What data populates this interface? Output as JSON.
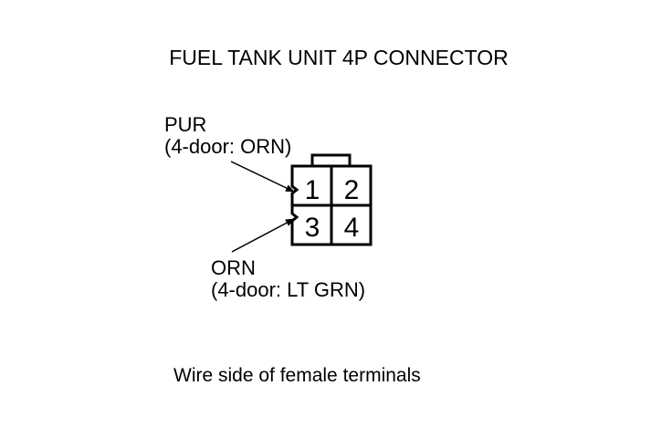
{
  "diagram": {
    "title": "FUEL TANK UNIT 4P CONNECTOR",
    "top_wire": {
      "color": "PUR",
      "alt": "(4-door: ORN)",
      "terminal": "1"
    },
    "bottom_wire": {
      "color": "ORN",
      "alt": "(4-door: LT GRN)",
      "terminal": "3"
    },
    "terminals": [
      "1",
      "2",
      "3",
      "4"
    ],
    "caption": "Wire side of female terminals"
  }
}
